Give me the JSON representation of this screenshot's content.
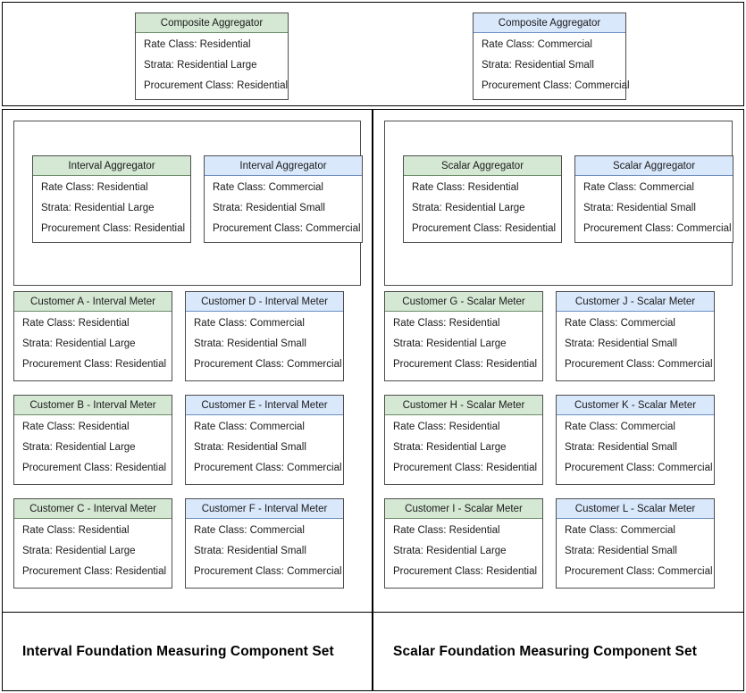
{
  "attribute_labels": {
    "rate_class": "Rate Class:",
    "strata": "Strata:",
    "procurement_class": "Procurement Class:"
  },
  "colors": {
    "green_header": "#d5e8d4",
    "green_border": "#6c8c68",
    "blue_header": "#dae8fc",
    "blue_border": "#6c8ebf",
    "card_border": "#4d4d4d",
    "frame_border": "#000000",
    "background": "#ffffff",
    "text": "#1a1a1a"
  },
  "top_band": {
    "composite_left": {
      "header": "Composite Aggregator",
      "color": "green",
      "attrs": [
        "Rate Class: Residential",
        "Strata: Residential Large",
        "Procurement Class: Residential"
      ]
    },
    "composite_right": {
      "header": "Composite Aggregator",
      "color": "blue",
      "attrs": [
        "Rate Class: Commercial",
        "Strata: Residential Small",
        "Procurement Class: Commercial"
      ]
    }
  },
  "interval_set": {
    "caption": "Interval Foundation Measuring Component Set",
    "aggregators": [
      {
        "header": "Interval Aggregator",
        "color": "green",
        "attrs": [
          "Rate Class: Residential",
          "Strata: Residential Large",
          "Procurement Class: Residential"
        ]
      },
      {
        "header": "Interval Aggregator",
        "color": "blue",
        "attrs": [
          "Rate Class: Commercial",
          "Strata: Residential Small",
          "Procurement Class: Commercial"
        ]
      }
    ],
    "meters": [
      [
        {
          "header": "Customer A - Interval Meter",
          "color": "green",
          "attrs": [
            "Rate Class: Residential",
            "Strata: Residential Large",
            "Procurement Class: Residential"
          ]
        },
        {
          "header": "Customer D - Interval Meter",
          "color": "blue",
          "attrs": [
            "Rate Class: Commercial",
            "Strata: Residential Small",
            "Procurement Class: Commercial"
          ]
        }
      ],
      [
        {
          "header": "Customer B - Interval Meter",
          "color": "green",
          "attrs": [
            "Rate Class: Residential",
            "Strata: Residential Large",
            "Procurement Class: Residential"
          ]
        },
        {
          "header": "Customer E - Interval Meter",
          "color": "blue",
          "attrs": [
            "Rate Class: Commercial",
            "Strata: Residential Small",
            "Procurement Class: Commercial"
          ]
        }
      ],
      [
        {
          "header": "Customer C - Interval Meter",
          "color": "green",
          "attrs": [
            "Rate Class: Residential",
            "Strata: Residential Large",
            "Procurement Class: Residential"
          ]
        },
        {
          "header": "Customer F - Interval Meter",
          "color": "blue",
          "attrs": [
            "Rate Class: Commercial",
            "Strata: Residential Small",
            "Procurement Class: Commercial"
          ]
        }
      ]
    ]
  },
  "scalar_set": {
    "caption": "Scalar Foundation Measuring Component Set",
    "aggregators": [
      {
        "header": "Scalar Aggregator",
        "color": "green",
        "attrs": [
          "Rate Class: Residential",
          "Strata: Residential Large",
          "Procurement Class: Residential"
        ]
      },
      {
        "header": "Scalar Aggregator",
        "color": "blue",
        "attrs": [
          "Rate Class: Commercial",
          "Strata: Residential Small",
          "Procurement Class: Commercial"
        ]
      }
    ],
    "meters": [
      [
        {
          "header": "Customer G - Scalar Meter",
          "color": "green",
          "attrs": [
            "Rate Class: Residential",
            "Strata: Residential Large",
            "Procurement Class: Residential"
          ]
        },
        {
          "header": "Customer J - Scalar Meter",
          "color": "blue",
          "attrs": [
            "Rate Class: Commercial",
            "Strata: Residential Small",
            "Procurement Class: Commercial"
          ]
        }
      ],
      [
        {
          "header": "Customer H - Scalar Meter",
          "color": "green",
          "attrs": [
            "Rate Class: Residential",
            "Strata: Residential Large",
            "Procurement Class: Residential"
          ]
        },
        {
          "header": "Customer K - Scalar Meter",
          "color": "blue",
          "attrs": [
            "Rate Class: Commercial",
            "Strata: Residential Small",
            "Procurement Class: Commercial"
          ]
        }
      ],
      [
        {
          "header": "Customer I - Scalar Meter",
          "color": "green",
          "attrs": [
            "Rate Class: Residential",
            "Strata: Residential Large",
            "Procurement Class: Residential"
          ]
        },
        {
          "header": "Customer L - Scalar Meter",
          "color": "blue",
          "attrs": [
            "Rate Class: Commercial",
            "Strata: Residential Small",
            "Procurement Class: Commercial"
          ]
        }
      ]
    ]
  }
}
